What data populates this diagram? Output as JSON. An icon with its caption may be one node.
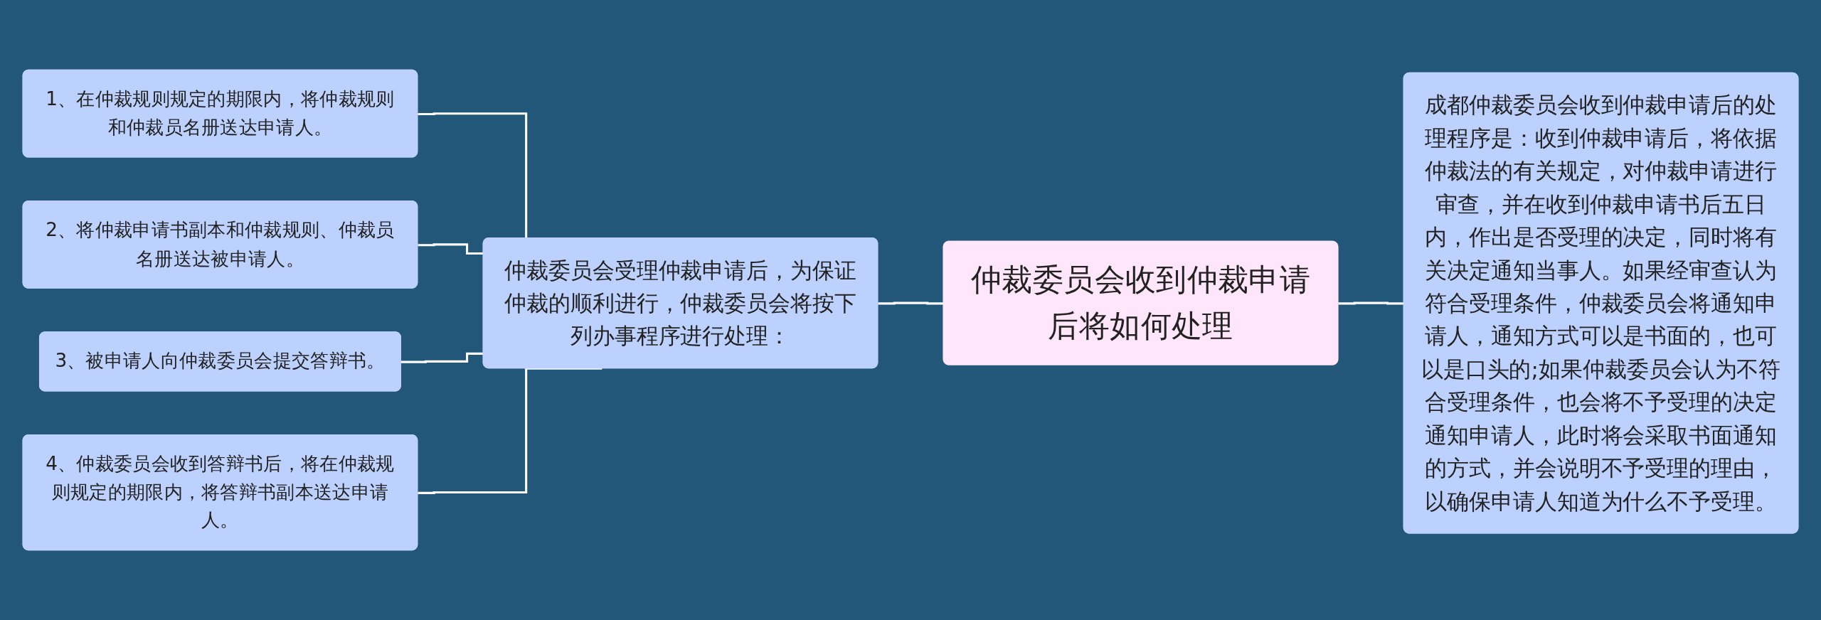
{
  "diagram": {
    "nodes": [
      {
        "text": [
          "仲裁委员会收到仲裁申请后将如何处理"
        ]
      },
      {
        "text": [
          "成都仲裁委员会收到仲裁申请后的处理程序是：收到仲裁申请后，将依据仲裁法的有关规定，对仲裁申请进行审查，并在收到仲裁申请书后五日内，作出是否受理的决定，同时将有关决定通知当事人。如果经审查认为符合受理条件，仲裁委员会将通知申请人，通知方式可以是书面的，也可以是口头的;如果仲裁委员会认为不符合受理条件，也会将不予受理的决定通知申请人，此时将会采取书面通知的方式，并会说明不予受理的理由，以确保申请人知道为什么不予受理。"
        ]
      },
      {
        "text": [
          "仲裁委员会受理仲裁申请后，为保证仲裁的顺利进行，仲裁委员会将按下列办事程序进行处理："
        ]
      },
      {
        "text": [
          "1、在仲裁规则规定的期限内，将仲裁规则和仲裁员名册送达申请人。"
        ]
      },
      {
        "text": [
          "2、将仲裁申请书副本和仲裁规则、仲裁员名册送达被申请人。"
        ]
      },
      {
        "text": [
          "3、被申请人向仲裁委员会提交答辩书。"
        ]
      },
      {
        "text": [
          "4、仲裁委员会收到答辩书后，将在仲裁规则规定的期限内，将答辩书副本送达申请人。"
        ]
      }
    ],
    "edges": [
      {
        "from": 1,
        "to": 0,
        "arrow": "none"
      },
      {
        "from": 0,
        "to": 2,
        "arrow": "none"
      },
      {
        "from": 2,
        "to": 3,
        "arrow": "none"
      },
      {
        "from": 2,
        "to": 4,
        "arrow": "none"
      },
      {
        "from": 2,
        "to": 5,
        "arrow": "none"
      },
      {
        "from": 2,
        "to": 6,
        "arrow": "none"
      }
    ]
  }
}
